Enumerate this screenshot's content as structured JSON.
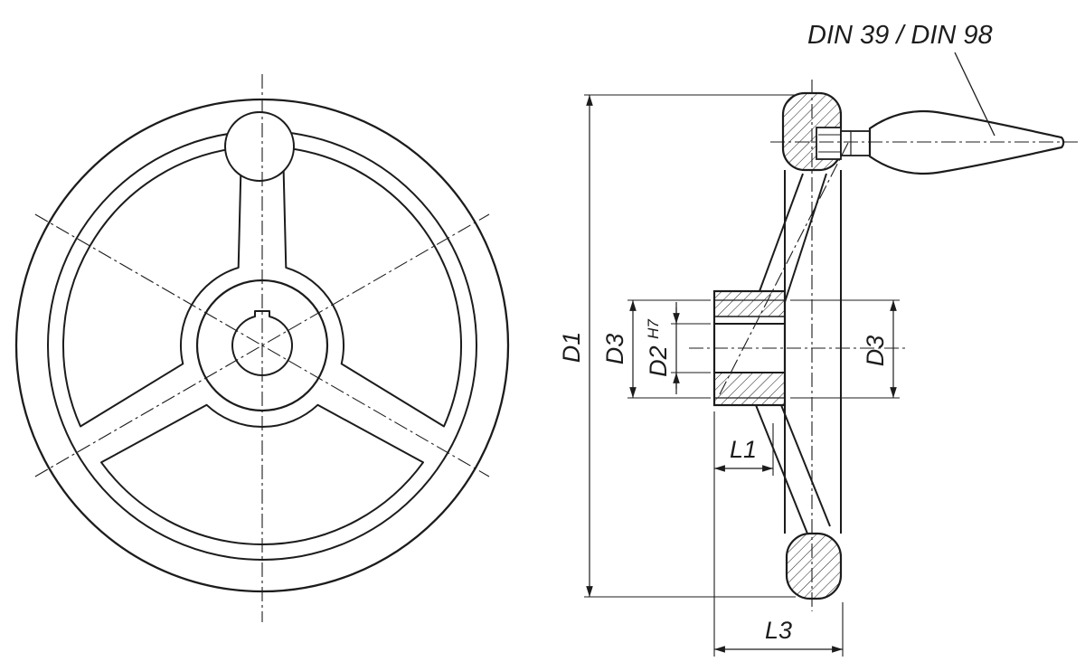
{
  "drawing": {
    "callout": "DIN 39 / DIN 98",
    "dims": {
      "d1": "D1",
      "d3_left": "D3",
      "d2": "D2",
      "d2_sup": "H7",
      "d3_right": "D3",
      "l1": "L1",
      "l3": "L3"
    },
    "colors": {
      "ink": "#1c1c1c",
      "background": "#ffffff"
    }
  }
}
